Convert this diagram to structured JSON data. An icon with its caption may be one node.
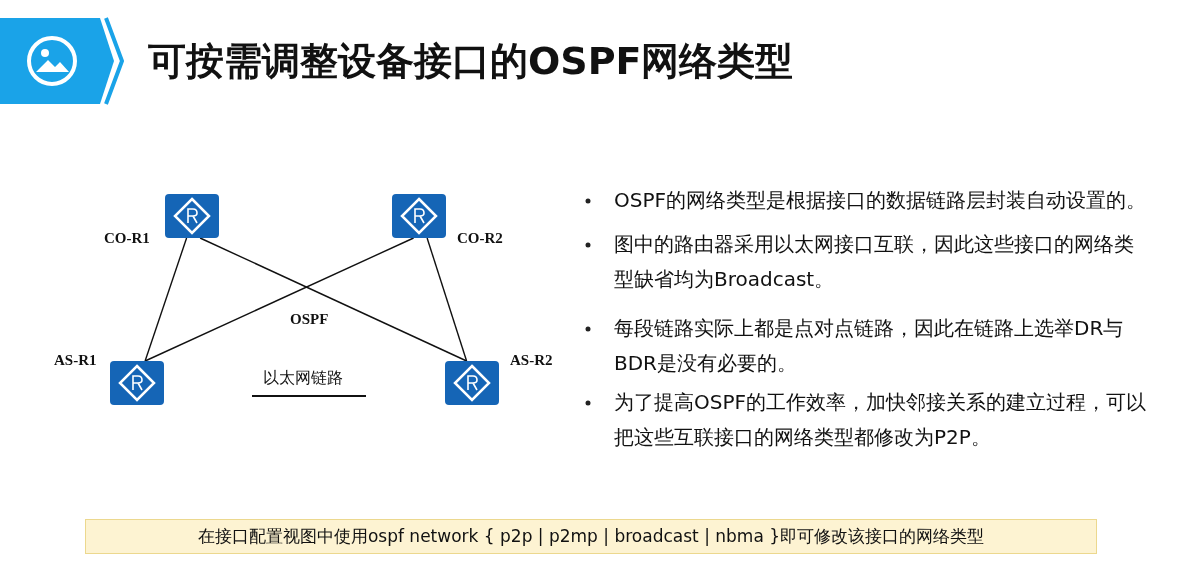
{
  "diagram": {
    "title": "可按需调整设备接口的OSPF网络类型",
    "nodes": [
      {
        "text": [],
        "shape": "box",
        "beside": [
          "CO-R1"
        ]
      },
      {
        "text": [],
        "shape": "box",
        "beside": [
          "CO-R2"
        ]
      },
      {
        "text": [],
        "shape": "box",
        "beside": [
          "AS-R1"
        ]
      },
      {
        "text": [],
        "shape": "box",
        "beside": [
          "AS-R2"
        ]
      },
      {
        "text": [
          "在接口配置视图中使用ospf network { p2p | p2mp | broadcast | nbma }即可修改该接口的网络类型"
        ]
      }
    ],
    "edges": [
      {
        "from": 0,
        "to": 2,
        "arrow": "none"
      },
      {
        "from": 0,
        "to": 3,
        "arrow": "none"
      },
      {
        "from": 1,
        "to": 2,
        "arrow": "none"
      },
      {
        "from": 1,
        "to": 3,
        "arrow": "none"
      }
    ],
    "labels": [
      "OSPF",
      "OSPF的网络类型是根据接口的数据链路层封装自动设置的。",
      "图中的路由器采用以太网接口互联，因此这些接口的网络类型缺省均为Broadcast。",
      "每段链路实际上都是点对点链路，因此在链路上选举DR与BDR是没有必要的。",
      "为了提高OSPF的工作效率，加快邻接关系的建立过程，可以把这些互联接口的网络类型都修改为P2P。"
    ],
    "legend": [
      {
        "text": "以太网链路"
      }
    ]
  }
}
